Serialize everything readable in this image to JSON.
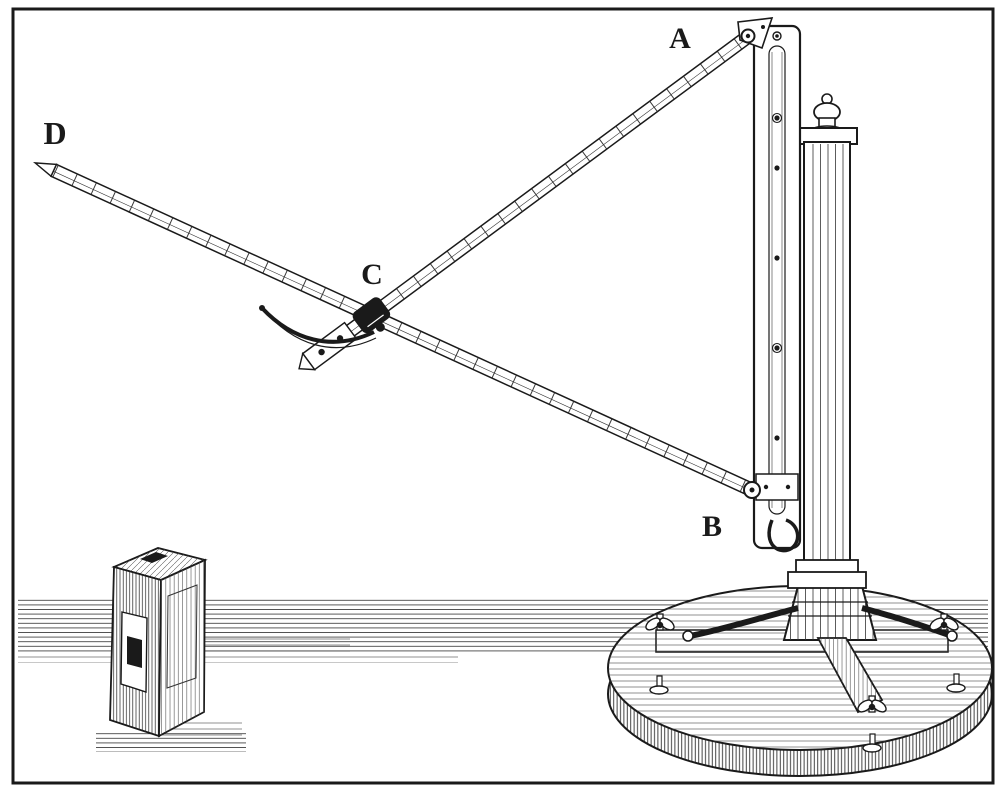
{
  "labels": {
    "A": "A",
    "B": "B",
    "C": "C",
    "D": "D"
  },
  "colors": {
    "ink": "#1a1a1a",
    "paper": "#ffffff"
  }
}
